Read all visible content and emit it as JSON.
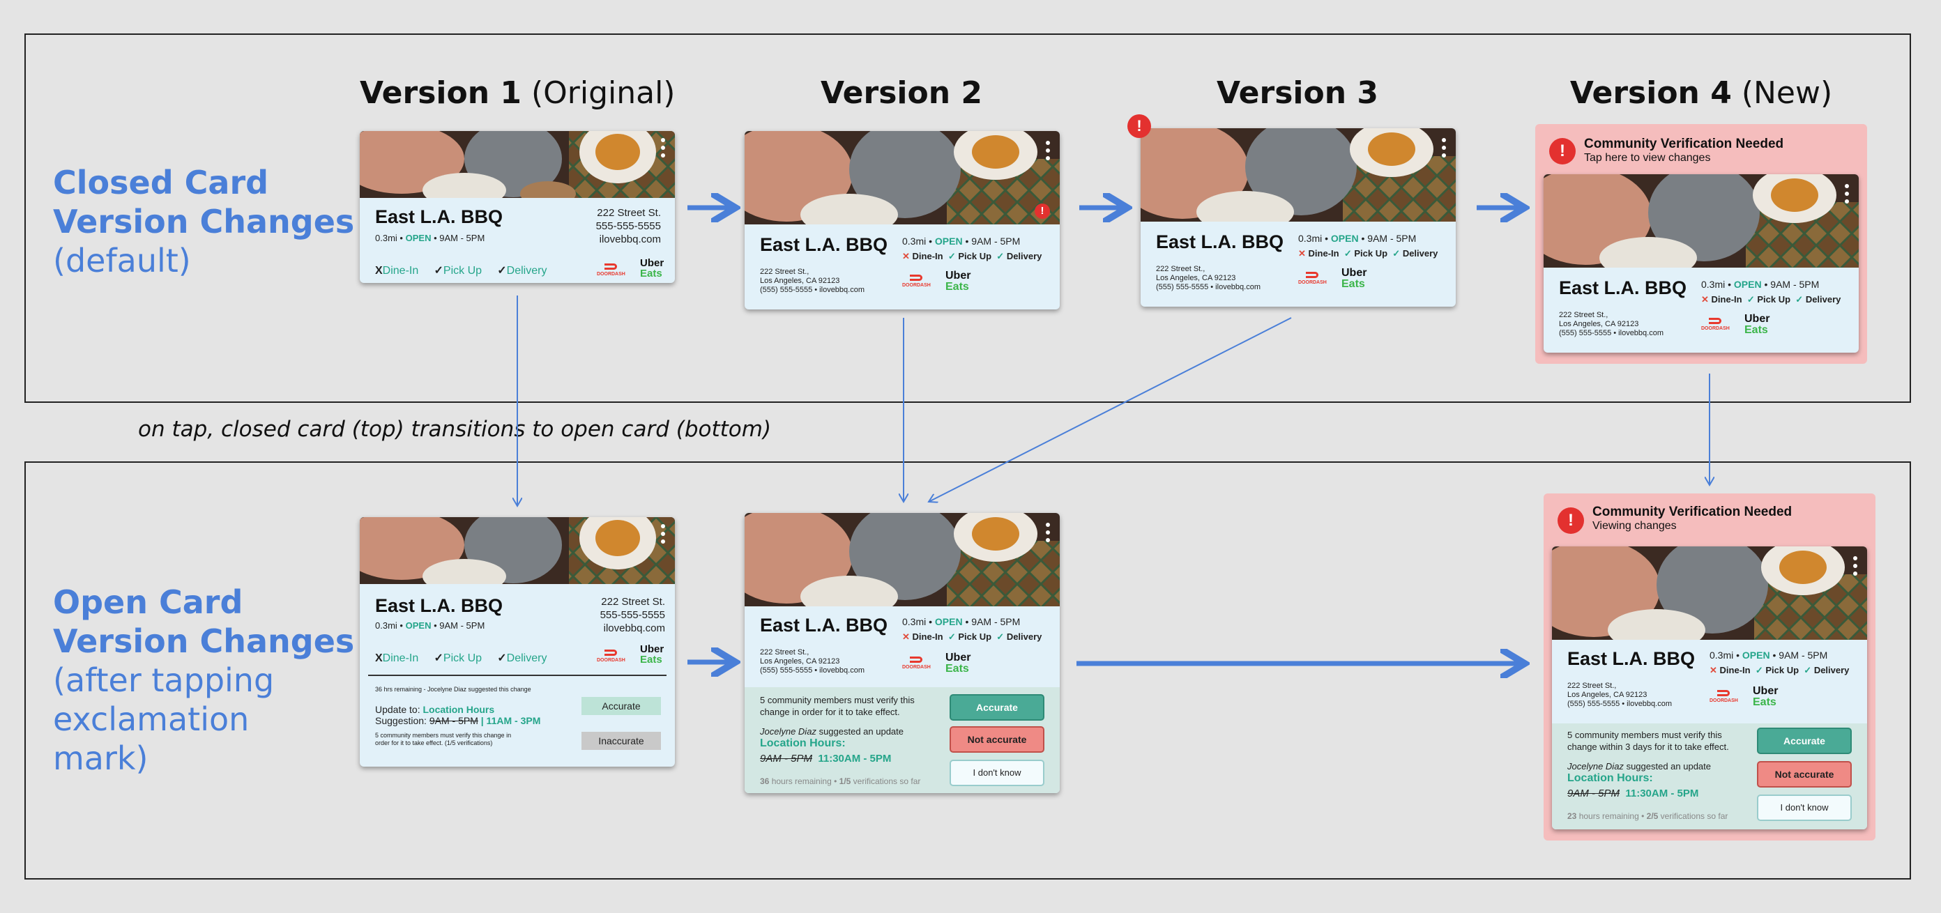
{
  "headers": {
    "v1_bold": "Version 1",
    "v1_rest": "(Original)",
    "v2": "Version 2",
    "v3": "Version 3",
    "v4_bold": "Version 4",
    "v4_rest": "(New)"
  },
  "labels": {
    "closed_l1": "Closed Card",
    "closed_l2": "Version Changes",
    "closed_l3": "(default)",
    "open_l1": "Open Card",
    "open_l2": "Version Changes",
    "open_l3": "(after tapping",
    "open_l4": "exclamation",
    "open_l5": "mark)",
    "tap_note": "on tap, closed card (top) transitions to open card (bottom)"
  },
  "restaurant": {
    "name": "East L.A. BBQ",
    "distance": "0.3mi",
    "sep": "•",
    "status": "OPEN",
    "hours": "9AM - 5PM",
    "addr_short": "222 Street St.",
    "phone_dash": "555-555-5555",
    "site": "ilovebbq.com",
    "addr_line1": "222 Street St.,",
    "addr_line2": "Los Angeles, CA 92123",
    "addr_line3": "(555) 555-5555 • ilovebbq.com",
    "svc_dinein": "Dine-In",
    "svc_pickup": "Pick Up",
    "svc_delivery": "Delivery",
    "x_mark": "X",
    "x_mark2": "✕",
    "check": "✓",
    "doordash": "DOORDASH",
    "uber": "Uber",
    "eats": "Eats"
  },
  "v1_open": {
    "remaining": "36 hrs remaining - Jocelyne Diaz suggested this change",
    "update_to": "Update to:",
    "location_hours": "Location Hours",
    "suggestion": "Suggestion:",
    "old_hours": "9AM - 5PM",
    "new_hours": "| 11AM - 3PM",
    "verify_note_1": "5 community members must verify this change in",
    "verify_note_2": "order for it to take effect. (1/5 verifications)",
    "accurate": "Accurate",
    "inaccurate": "Inaccurate"
  },
  "v2_open": {
    "members_1": "5 community members must verify this",
    "members_2": "change in order for it to take effect.",
    "suggester": "Jocelyne Diaz",
    "suggested_rest": "suggested an update",
    "location_hours": "Location Hours:",
    "old_hours": "9AM - 5PM",
    "new_hours": "11:30AM - 5PM",
    "remain_num": "36",
    "remain_rest": "hours remaining •",
    "verif_num": "1/5",
    "verif_rest": "verifications so far",
    "accurate": "Accurate",
    "not_accurate": "Not accurate",
    "dont_know": "I don't know"
  },
  "v4_closed": {
    "title": "Community Verification Needed",
    "subtitle": "Tap here to view changes"
  },
  "v4_open": {
    "title": "Community Verification Needed",
    "subtitle": "Viewing changes",
    "members_1": "5 community members must verify this",
    "members_2": "change within 3 days for it to take effect.",
    "suggester": "Jocelyne Diaz",
    "suggested_rest": "suggested an update",
    "location_hours": "Location Hours:",
    "old_hours": "9AM - 5PM",
    "new_hours": "11:30AM - 5PM",
    "remain_num": "23",
    "remain_rest": "hours remaining •",
    "verif_num": "2/5",
    "verif_rest": "verifications so far",
    "accurate": "Accurate",
    "not_accurate": "Not accurate",
    "dont_know": "I don't know"
  },
  "alert_glyph": "!",
  "colors": {
    "label_blue": "#4a7fd8",
    "arrow_blue": "#4a7fd8",
    "card_bg": "#e2f1f9",
    "green": "#25a58a",
    "alert_red": "#e3312f",
    "pink_panel": "#f5bdbd",
    "accurate_btn": "#4aaa96",
    "not_accurate_btn": "#ef8a85"
  }
}
